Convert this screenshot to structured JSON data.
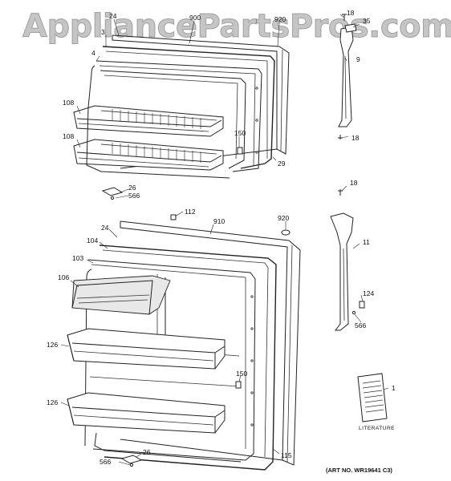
{
  "watermark": "AppliancePartsPros.com",
  "callouts": {
    "top_24": "24",
    "top_900": "900",
    "top_920": "920",
    "top_18a": "18",
    "top_35": "35",
    "top_3": "3",
    "top_4": "4",
    "top_9": "9",
    "top_108a": "108",
    "top_108b": "108",
    "top_150": "150",
    "top_18b": "18",
    "top_29": "29",
    "top_26": "26",
    "top_566": "566",
    "bot_18": "18",
    "bot_112": "112",
    "bot_910": "910",
    "bot_920": "920",
    "bot_24": "24",
    "bot_104": "104",
    "bot_103": "103",
    "bot_11": "11",
    "bot_106": "106",
    "bot_124": "124",
    "bot_566a": "566",
    "bot_126a": "126",
    "bot_150": "150",
    "bot_1": "1",
    "bot_126b": "126",
    "bot_115": "115",
    "bot_566b": "566",
    "bot_26": "26"
  },
  "literature_label": "LITERATURE",
  "art_number": "(ART NO. WR19641 C3)"
}
